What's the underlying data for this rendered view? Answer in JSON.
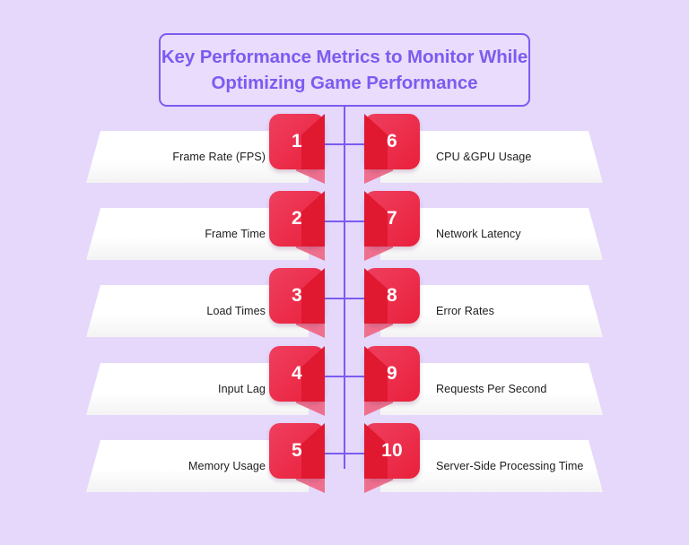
{
  "page": {
    "background_color": "#E5D8FB",
    "accent_purple": "#7B5CF0",
    "accent_red": "#E9203B",
    "badge_fold_color": "#E01830",
    "banner_color": "#FFFFFF",
    "label_color": "#1D1D1F"
  },
  "title": {
    "line1": "Key Performance Metrics to Monitor While",
    "line2": "Optimizing Game Performance",
    "border_color": "#7B5CF0",
    "text_color": "#7B5CF0",
    "fill_color": "#E9DCFC"
  },
  "rows": [
    {
      "left": {
        "number": "1",
        "label": "Frame Rate (FPS)"
      },
      "right": {
        "number": "6",
        "label": "CPU &GPU Usage"
      }
    },
    {
      "left": {
        "number": "2",
        "label": "Frame Time"
      },
      "right": {
        "number": "7",
        "label": "Network Latency"
      }
    },
    {
      "left": {
        "number": "3",
        "label": "Load Times"
      },
      "right": {
        "number": "8",
        "label": "Error Rates"
      }
    },
    {
      "left": {
        "number": "4",
        "label": "Input Lag"
      },
      "right": {
        "number": "9",
        "label": "Requests Per Second"
      }
    },
    {
      "left": {
        "number": "5",
        "label": "Memory Usage"
      },
      "right": {
        "number": "10",
        "label": "Server-Side Processing Time"
      }
    }
  ]
}
